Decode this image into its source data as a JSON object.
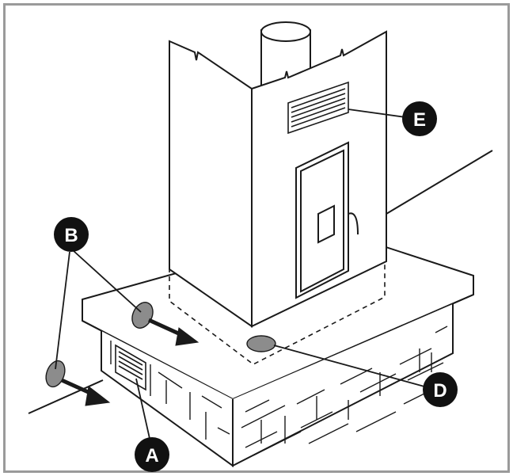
{
  "diagram": {
    "callouts": [
      {
        "id": "A",
        "label": "A"
      },
      {
        "id": "B",
        "label": "B"
      },
      {
        "id": "D",
        "label": "D"
      },
      {
        "id": "E",
        "label": "E"
      }
    ],
    "colors": {
      "line": "#1a1a1a",
      "callout_fill": "#111111",
      "callout_text": "#ffffff",
      "marker_fill": "#8c8c8c",
      "frame": "#9a9a9a"
    }
  }
}
